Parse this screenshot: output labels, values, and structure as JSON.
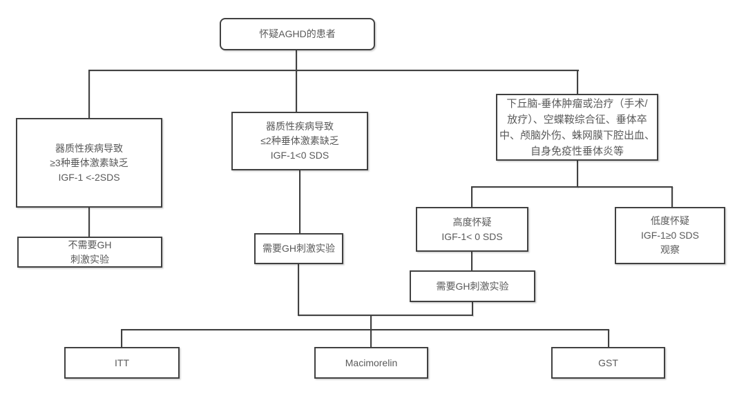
{
  "diagram_type": "flowchart",
  "colors": {
    "line": "#404040",
    "border": "#404040",
    "text": "#595959",
    "background": "#ffffff"
  },
  "nodes": {
    "start": {
      "label": "怀疑AGHD的患者"
    },
    "organic_ge3": {
      "line1": "器质性疾病导致",
      "line2": "≥3种垂体激素缺乏",
      "line3": "IGF-1 <-2SDS"
    },
    "no_gh_test": {
      "line1": "不需要GH",
      "line2": "刺激实验"
    },
    "organic_le2": {
      "line1": "器质性疾病导致",
      "line2": "≤2种垂体激素缺乏",
      "line3": "IGF-1<0 SDS"
    },
    "need_gh_test_mid": {
      "label": "需要GH刺激实验"
    },
    "hypothalamic_pituitary": {
      "line1": "下丘脑-垂体肿瘤或治疗（手术/",
      "line2": "放疗）、空蝶鞍综合征、垂体卒",
      "line3": "中、颅脑外伤、蛛网膜下腔出血、",
      "line4": "自身免疫性垂体炎等"
    },
    "high_suspicion": {
      "line1": "高度怀疑",
      "line2": "IGF-1< 0 SDS"
    },
    "low_suspicion": {
      "line1": "低度怀疑",
      "line2": "IGF-1≥0 SDS",
      "line3": "观察"
    },
    "need_gh_test_right": {
      "label": "需要GH刺激实验"
    },
    "test_itt": {
      "label": "ITT"
    },
    "test_macimorelin": {
      "label": "Macimorelin"
    },
    "test_gst": {
      "label": "GST"
    }
  }
}
